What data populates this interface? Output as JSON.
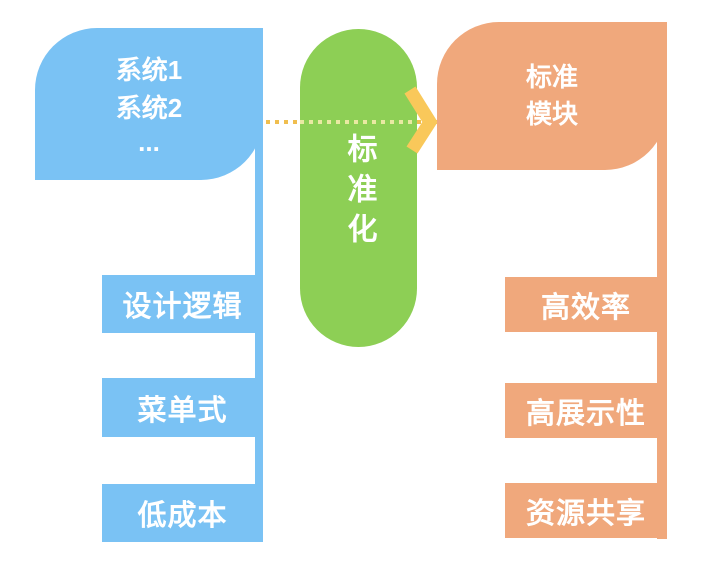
{
  "left_panel": {
    "header_lines": [
      "系统1",
      "系统2",
      "..."
    ],
    "items": [
      "设计逻辑",
      "菜单式",
      "低成本"
    ],
    "color": "#7AC2F4"
  },
  "process": {
    "label": "标准化",
    "color": "#8DCF55"
  },
  "right_panel": {
    "header_lines": [
      "标准",
      "模块"
    ],
    "items": [
      "高效率",
      "高展示性",
      "资源共享"
    ],
    "color": "#F0A87C"
  },
  "connector": {
    "arrow_color": "#F6C24E",
    "dot_color": "#F0BE4E"
  }
}
